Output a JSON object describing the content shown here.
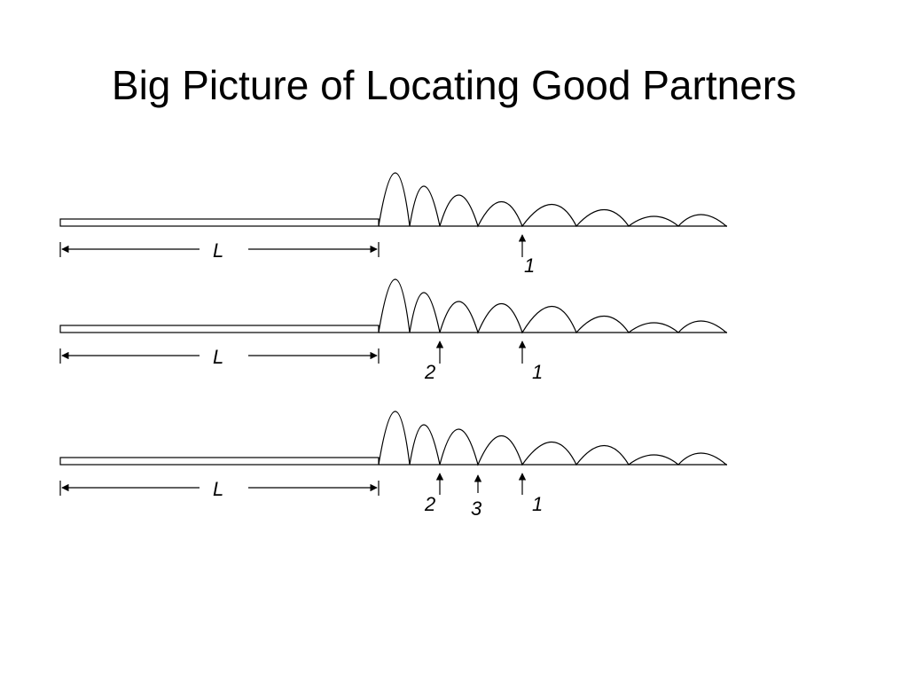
{
  "slide": {
    "title": "Big Picture of Locating Good Partners"
  },
  "diagram": {
    "rows": [
      {
        "length_label": "L",
        "markers": [
          {
            "label": "1"
          }
        ]
      },
      {
        "length_label": "L",
        "markers": [
          {
            "label": "2"
          },
          {
            "label": "1"
          }
        ]
      },
      {
        "length_label": "L",
        "markers": [
          {
            "label": "2"
          },
          {
            "label": "3"
          },
          {
            "label": "1"
          }
        ]
      }
    ]
  },
  "colors": {
    "background": "#ffffff",
    "ink": "#000000"
  }
}
